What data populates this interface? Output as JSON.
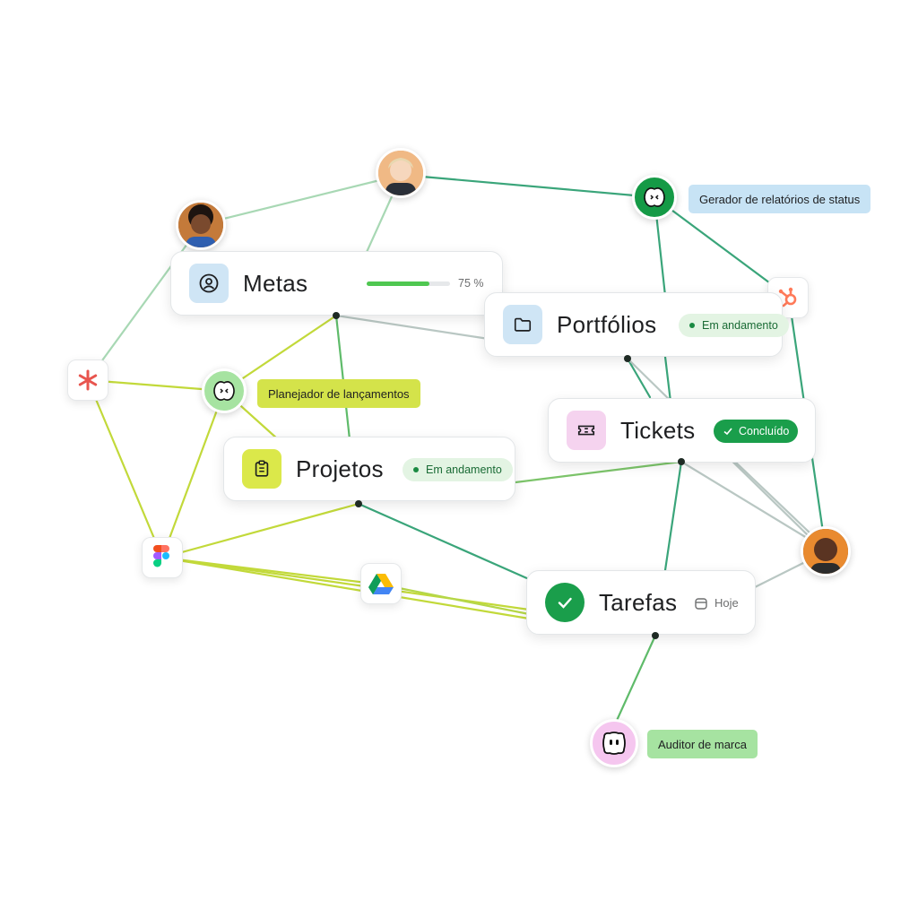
{
  "cards": {
    "metas": {
      "title": "Metas",
      "progress_label": "75 %",
      "progress": 0.75,
      "icon": "user-circle-icon"
    },
    "portfolios": {
      "title": "Portfólios",
      "status": "Em andamento",
      "icon": "folder-icon"
    },
    "projetos": {
      "title": "Projetos",
      "status": "Em andamento",
      "icon": "clipboard-icon"
    },
    "tickets": {
      "title": "Tickets",
      "status": "Concluído",
      "icon": "ticket-icon"
    },
    "tarefas": {
      "title": "Tarefas",
      "due": "Hoje",
      "icon": "check-circle-icon"
    }
  },
  "agents": {
    "status_reporter": {
      "label": "Gerador de relatórios de status",
      "color": "#c7e3f5"
    },
    "launch_planner": {
      "label": "Planejador de lançamentos",
      "color": "#d4e34a"
    },
    "brand_auditor": {
      "label": "Auditor de marca",
      "color": "#a6e3a1"
    }
  },
  "apps": [
    "asterisk-icon",
    "figma-icon",
    "google-drive-icon",
    "hubspot-icon"
  ],
  "colors": {
    "green_line": "#3aa57a",
    "lime_line": "#c2d93a",
    "gray_line": "#b9c7c3",
    "status_done": "#1a9e4b",
    "status_progress_bg": "#e3f4e3",
    "progress_fill": "#4fc751"
  }
}
